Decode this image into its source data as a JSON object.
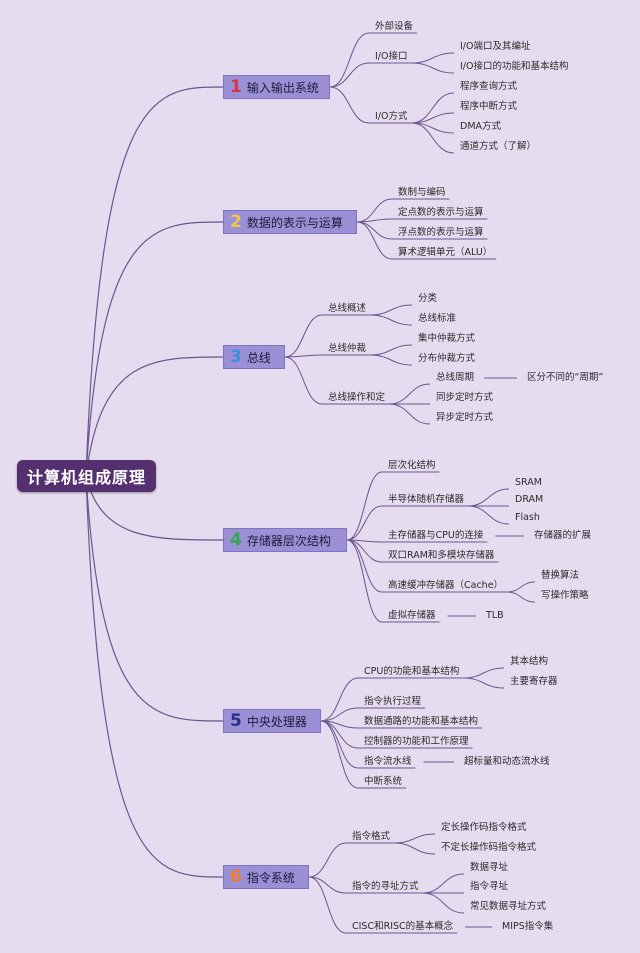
{
  "root": {
    "label": "计算机组成原理"
  },
  "branches": [
    {
      "number": "1",
      "label": "输入输出系统",
      "color": "#d9344a",
      "children": [
        {
          "label": "外部设备"
        },
        {
          "label": "I/O接口",
          "children": [
            {
              "label": "I/O端口及其编址"
            },
            {
              "label": "I/O接口的功能和基本结构"
            }
          ]
        },
        {
          "label": "I/O方式",
          "children": [
            {
              "label": "程序查询方式"
            },
            {
              "label": "程序中断方式"
            },
            {
              "label": "DMA方式"
            },
            {
              "label": "通道方式（了解）"
            }
          ]
        }
      ]
    },
    {
      "number": "2",
      "label": "数据的表示与运算",
      "color": "#efc64a",
      "children": [
        {
          "label": "数制与编码"
        },
        {
          "label": "定点数的表示与运算"
        },
        {
          "label": "浮点数的表示与运算"
        },
        {
          "label": "算术逻辑单元（ALU）"
        }
      ]
    },
    {
      "number": "3",
      "label": "总线",
      "color": "#3d8ee0",
      "children": [
        {
          "label": "总线概述",
          "children": [
            {
              "label": "分类"
            },
            {
              "label": "总线标准"
            }
          ]
        },
        {
          "label": "总线仲裁",
          "children": [
            {
              "label": "集中仲裁方式"
            },
            {
              "label": "分布仲裁方式"
            }
          ]
        },
        {
          "label": "总线操作和定",
          "children": [
            {
              "label": "总线周期",
              "children": [
                {
                  "label": "区分不同的“周期”"
                }
              ]
            },
            {
              "label": "同步定时方式"
            },
            {
              "label": "异步定时方式"
            }
          ]
        }
      ]
    },
    {
      "number": "4",
      "label": "存储器层次结构",
      "color": "#2fa84f",
      "children": [
        {
          "label": "层次化结构"
        },
        {
          "label": "半导体随机存储器",
          "children": [
            {
              "label": "SRAM"
            },
            {
              "label": "DRAM"
            },
            {
              "label": "Flash"
            }
          ]
        },
        {
          "label": "主存储器与CPU的连接",
          "children": [
            {
              "label": "存储器的扩展"
            }
          ]
        },
        {
          "label": "双口RAM和多模块存储器"
        },
        {
          "label": "高速缓冲存储器（Cache）",
          "children": [
            {
              "label": "替换算法"
            },
            {
              "label": "写操作策略"
            }
          ]
        },
        {
          "label": "虚拟存储器",
          "children": [
            {
              "label": "TLB"
            }
          ]
        }
      ]
    },
    {
      "number": "5",
      "label": "中央处理器",
      "color": "#2a2f8a",
      "children": [
        {
          "label": "CPU的功能和基本结构",
          "children": [
            {
              "label": "其本结构"
            },
            {
              "label": "主要寄存器"
            }
          ]
        },
        {
          "label": "指令执行过程"
        },
        {
          "label": "数据通路的功能和基本结构"
        },
        {
          "label": "控制器的功能和工作原理"
        },
        {
          "label": "指令流水线",
          "children": [
            {
              "label": "超标量和动态流水线"
            }
          ]
        },
        {
          "label": "中断系统"
        }
      ]
    },
    {
      "number": "6",
      "label": "指令系统",
      "color": "#f07a2a",
      "children": [
        {
          "label": "指令格式",
          "children": [
            {
              "label": "定长操作码指令格式"
            },
            {
              "label": "不定长操作码指令格式"
            }
          ]
        },
        {
          "label": "指令的寻址方式",
          "children": [
            {
              "label": "数据寻址"
            },
            {
              "label": "指令寻址"
            },
            {
              "label": "常见数据寻址方式"
            }
          ]
        },
        {
          "label": "CISC和RISC的基本概念",
          "children": [
            {
              "label": "MIPS指令集"
            }
          ]
        }
      ]
    }
  ]
}
